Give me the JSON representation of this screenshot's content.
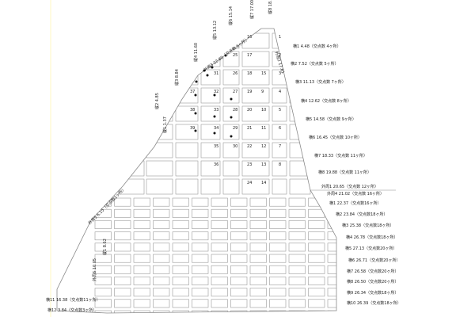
{
  "right_labels": [
    "横1  4.48（交点数  4ヶ所）",
    "横2  7.52（交点数  5ヶ所）",
    "横3  11.13（交点数  7ヶ所）",
    "横4  12.62（交点数  8ヶ所）",
    "横5  14.58（交点数  9ヶ所）",
    "横6  16.45（交点数  10ヶ所）",
    "横7  18.33（交点数  11ヶ所）",
    "横8  19.88（交点数  11ヶ所）",
    "外周1  20.65（交点数  12ヶ所）",
    "外周4  21.02（交点数  16ヶ所）",
    "横1  22.37（交点数16ヶ所）",
    "横2  23.84（交点数18ヶ所）",
    "横3  25.38（交点数18ヶ所）",
    "横4  26.78（交点数18ヶ所）",
    "横5  27.13（交点数20ヶ所）",
    "横6  26.71（交点数20ヶ所）",
    "横7  26.58（交点数20ヶ所）",
    "横8  26.50（交点数20ヶ所）",
    "横9  26.34（交点数18ヶ所）",
    "横10  26.39（交点数18ヶ所）"
  ],
  "left_labels": [
    "横11  16.38（交点数11ヶ所）",
    "横12  3.84（交点数3ヶ所）"
  ],
  "vertical_labels": [
    "縦1  1.37",
    "縦2  4.85",
    "縦3  8.84",
    "縦4  11.60",
    "縦5  13.12",
    "縦6  15.14",
    "縦7  17.00",
    "縦8  18.06"
  ],
  "edge_labels": {
    "outer3": "外周3  22.80（交点数  6ヶ所）",
    "outer5": "外周5  6.15（交点数2ヶ所）",
    "outer6": "外周6  10.05",
    "inner_left": "縦1  8.62",
    "outer2": "外周2  17.81"
  },
  "block_numbers": [
    "1",
    "2",
    "3",
    "4",
    "5",
    "6",
    "7",
    "8",
    "9",
    "10",
    "11",
    "12",
    "13",
    "14",
    "15",
    "16",
    "17",
    "18",
    "19",
    "20",
    "21",
    "22",
    "23",
    "24",
    "25",
    "26",
    "27",
    "28",
    "29",
    "30",
    "31",
    "32",
    "33",
    "34",
    "35",
    "36",
    "37",
    "38",
    "39"
  ],
  "colors": {
    "line": "#9a9a9a",
    "outline": "#8a8a8a",
    "dot": "#111111"
  }
}
